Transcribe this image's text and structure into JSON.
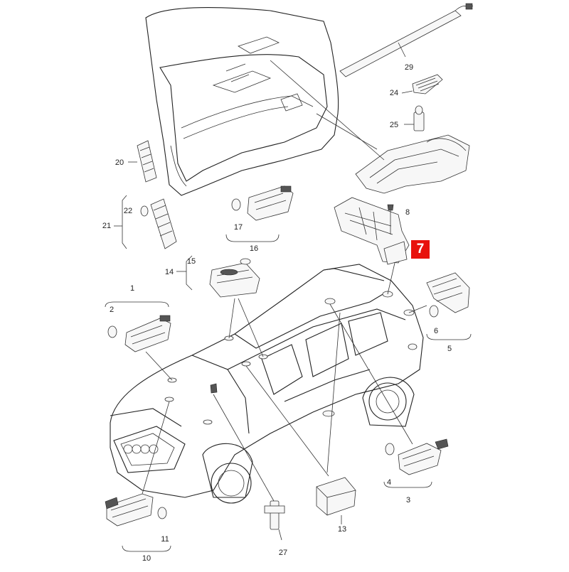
{
  "callouts": [
    {
      "id": "c29",
      "text": "29"
    },
    {
      "id": "c24",
      "text": "24"
    },
    {
      "id": "c25",
      "text": "25"
    },
    {
      "id": "c20",
      "text": "20"
    },
    {
      "id": "c22",
      "text": "22"
    },
    {
      "id": "c21",
      "text": "21"
    },
    {
      "id": "c17",
      "text": "17"
    },
    {
      "id": "c16",
      "text": "16"
    },
    {
      "id": "c8",
      "text": "8"
    },
    {
      "id": "c15",
      "text": "15"
    },
    {
      "id": "c14",
      "text": "14"
    },
    {
      "id": "c1",
      "text": "1"
    },
    {
      "id": "c2",
      "text": "2"
    },
    {
      "id": "c6",
      "text": "6"
    },
    {
      "id": "c5",
      "text": "5"
    },
    {
      "id": "c4",
      "text": "4"
    },
    {
      "id": "c3",
      "text": "3"
    },
    {
      "id": "c11",
      "text": "11"
    },
    {
      "id": "c10",
      "text": "10"
    },
    {
      "id": "c13",
      "text": "13"
    },
    {
      "id": "c27",
      "text": "27"
    }
  ],
  "highlight": {
    "text": "7",
    "color": "#e8120c"
  }
}
